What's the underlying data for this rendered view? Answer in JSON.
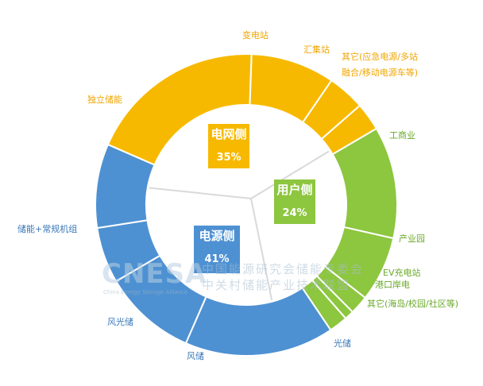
{
  "chart_data": {
    "type": "pie",
    "inner": [
      {
        "label": "电网侧",
        "value": 35,
        "pct": "35%",
        "color": "#f7b900"
      },
      {
        "label": "用户侧",
        "value": 24,
        "pct": "24%",
        "color": "#8dc63f"
      },
      {
        "label": "电源侧",
        "value": 41,
        "pct": "41%",
        "color": "#4e91d2"
      }
    ],
    "outer": [
      {
        "label": "变电站",
        "value": 9,
        "group": "电网侧",
        "color": "#f7b900"
      },
      {
        "label": "汇集站",
        "value": 4,
        "group": "电网侧",
        "color": "#f7b900"
      },
      {
        "label": "其它(应急电源/多站融合/移动电源车等)",
        "value": 3,
        "group": "电网侧",
        "color": "#f7b900"
      },
      {
        "label": "工商业",
        "value": 12,
        "group": "用户侧",
        "color": "#8dc63f"
      },
      {
        "label": "产业园",
        "value": 7,
        "group": "用户侧",
        "color": "#8dc63f"
      },
      {
        "label": "EV充电站",
        "value": 2,
        "group": "用户侧",
        "color": "#8dc63f"
      },
      {
        "label": "港口岸电",
        "value": 1,
        "group": "用户侧",
        "color": "#8dc63f"
      },
      {
        "label": "其它(海岛/校园/社区等)",
        "value": 2,
        "group": "用户侧",
        "color": "#8dc63f"
      },
      {
        "label": "光储",
        "value": 16,
        "group": "电源侧",
        "color": "#4e91d2"
      },
      {
        "label": "风储",
        "value": 10,
        "group": "电源侧",
        "color": "#4e91d2"
      },
      {
        "label": "风光储",
        "value": 6,
        "group": "电源侧",
        "color": "#4e91d2"
      },
      {
        "label": "储能+常规机组",
        "value": 9,
        "group": "电源侧",
        "color": "#4e91d2"
      },
      {
        "label": "独立储能",
        "value": 19,
        "group": "电网侧",
        "color": "#f7b900"
      }
    ],
    "label_colors": {
      "grid": "#f0a500",
      "user": "#6aa92a",
      "source": "#3a78b8"
    }
  },
  "watermark": {
    "logo": "CNESA",
    "sub": "China Energy Storage Alliance",
    "line1": "中国能源研究会储能专委会",
    "line2": "中关村储能产业技术联盟"
  }
}
